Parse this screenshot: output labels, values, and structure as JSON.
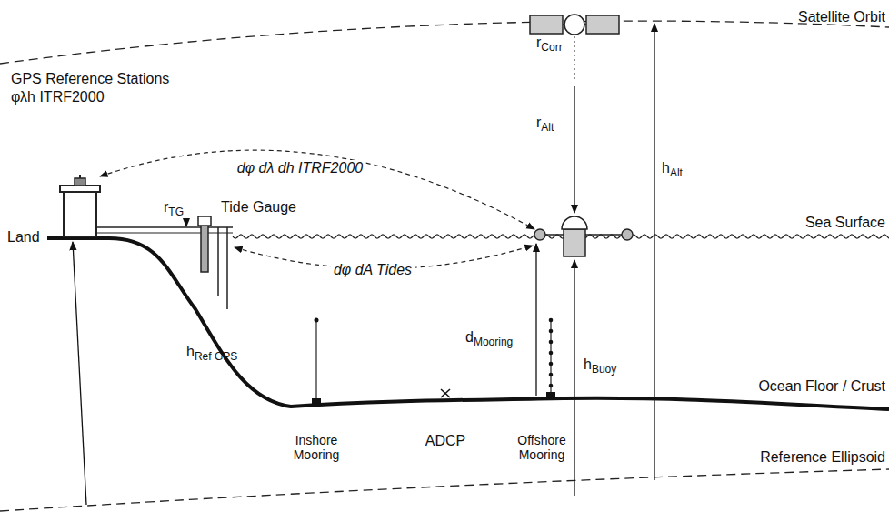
{
  "diagram": {
    "labels": [
      "Satellite Orbit",
      "GPS Reference Stations",
      "φλh ITRF2000",
      "dφ dλ dh ITRF2000",
      "rCorr",
      "rAlt",
      "hAlt",
      "Land",
      "rTG",
      "Tide Gauge",
      "Sea Surface",
      "dφ dA Tides",
      "dMooring",
      "hBuoy",
      "hRef GPS",
      "Ocean Floor / Crust",
      "Inshore Mooring",
      "ADCP",
      "Offshore Mooring",
      "Reference Ellipsoid"
    ]
  }
}
